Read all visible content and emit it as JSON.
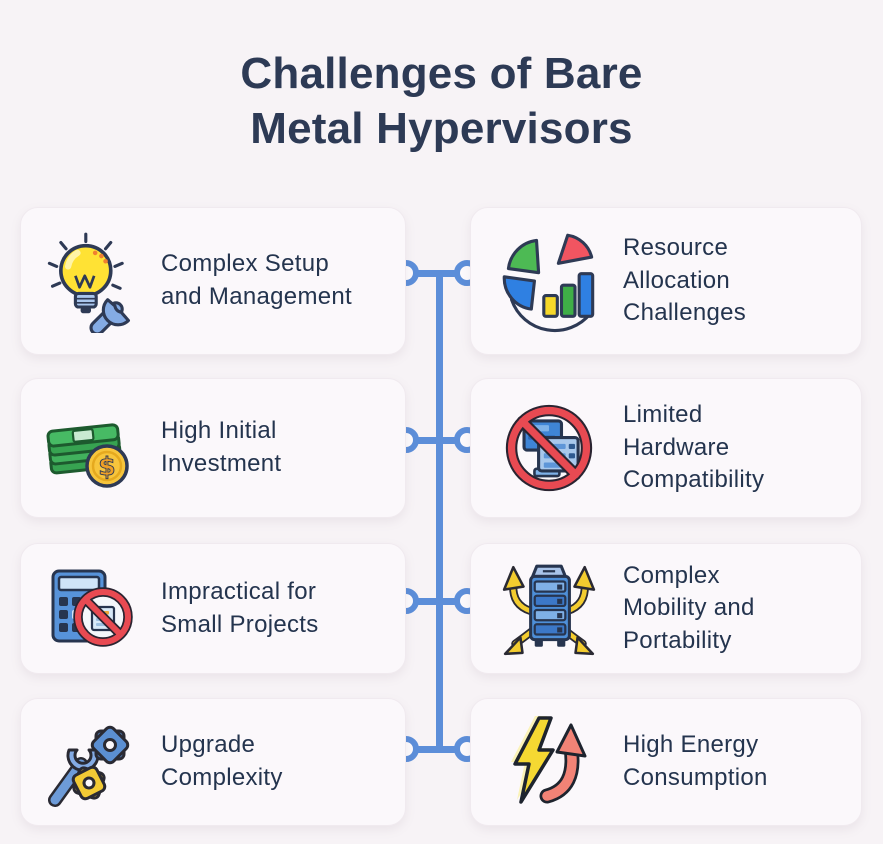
{
  "title": "Challenges of Bare\nMetal Hypervisors",
  "colors": {
    "background": "#F7F3F6",
    "card_background": "#FBF8FB",
    "title_text": "#2D3A55",
    "label_text": "#24344E",
    "connector_blue": "#5C8ED9",
    "icon_yellow": "#F5D832",
    "icon_blue": "#4E8FD8",
    "icon_green": "#44B257",
    "icon_red": "#E8434F",
    "icon_salmon": "#F28376",
    "icon_gold": "#F7C53C"
  },
  "cards": [
    {
      "label": "Complex Setup\nand Management",
      "icon": "lightbulb-wrench-icon",
      "column": "left",
      "row": 1
    },
    {
      "label": "Resource\nAllocation\nChallenges",
      "icon": "pie-bar-chart-icon",
      "column": "right",
      "row": 1
    },
    {
      "label": "High Initial\nInvestment",
      "icon": "money-stack-coin-icon",
      "column": "left",
      "row": 2
    },
    {
      "label": "Limited\nHardware\nCompatibility",
      "icon": "prohibited-hardware-icon",
      "column": "right",
      "row": 2
    },
    {
      "label": "Impractical for\nSmall Projects",
      "icon": "calculator-prohibited-icon",
      "column": "left",
      "row": 3
    },
    {
      "label": "Complex\nMobility and\nPortability",
      "icon": "server-arrows-icon",
      "column": "right",
      "row": 3
    },
    {
      "label": "Upgrade\nComplexity",
      "icon": "wrench-gears-icon",
      "column": "left",
      "row": 4
    },
    {
      "label": "High Energy\nConsumption",
      "icon": "lightning-arrow-icon",
      "column": "right",
      "row": 4
    }
  ]
}
